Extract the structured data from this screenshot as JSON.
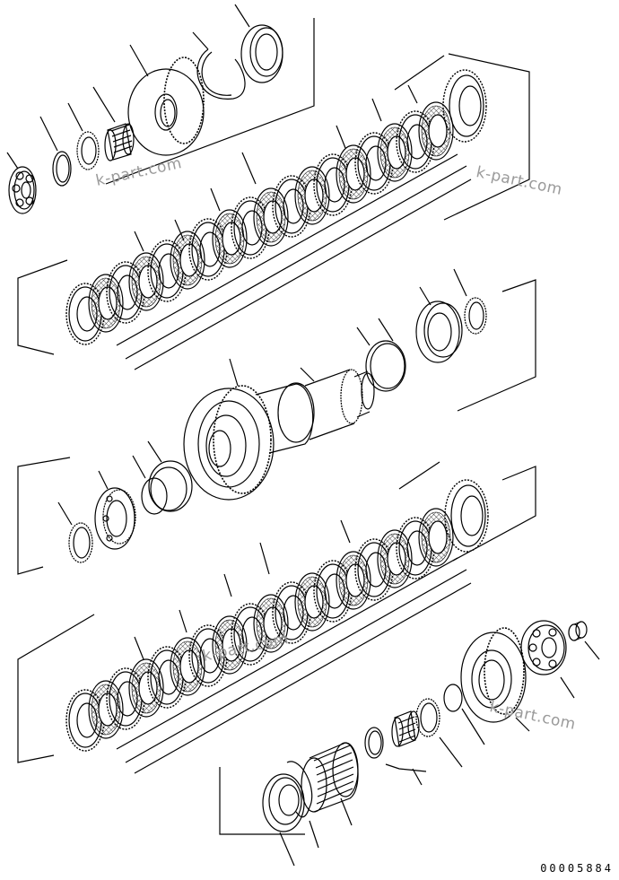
{
  "figure": {
    "document_number": "00005884",
    "watermarks": [
      "k-part.com",
      "k-part.com",
      "k-part.com",
      "k-part.com"
    ],
    "ink_color": "#000000",
    "watermark_color": "#9a9a9a"
  }
}
